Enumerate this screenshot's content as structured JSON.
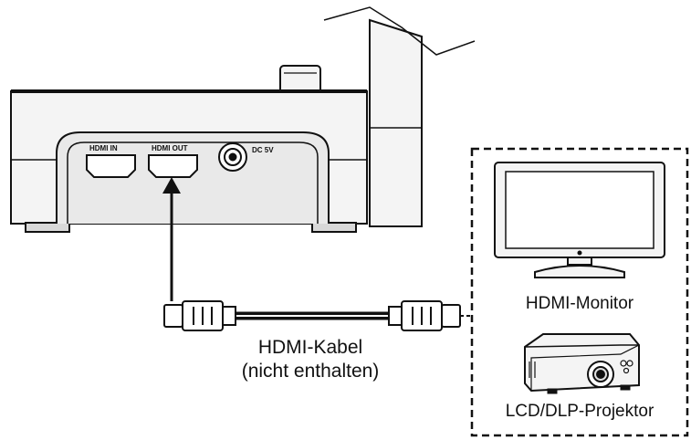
{
  "ports": {
    "hdmi_in": "HDMI IN",
    "hdmi_out": "HDMI OUT",
    "dc": "DC 5V"
  },
  "cable": {
    "line1": "HDMI-Kabel",
    "line2": "(nicht enthalten)"
  },
  "devices": {
    "monitor": "HDMI-Monitor",
    "projector": "LCD/DLP-Projektor"
  },
  "colors": {
    "ink": "#111111",
    "device_fill": "#f4f4f4",
    "panel_fill": "#e9e9e9"
  }
}
